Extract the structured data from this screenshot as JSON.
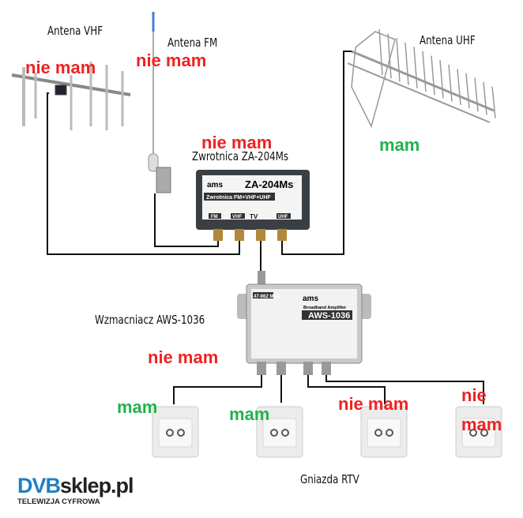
{
  "labels": {
    "antenna_vhf": "Antena VHF",
    "antenna_fm": "Antena FM",
    "antenna_uhf": "Antena UHF",
    "splitter": "Zwrotnica ZA-204Ms",
    "amplifier": "Wzmacniacz AWS-1036",
    "outlets": "Gniazda RTV"
  },
  "status": {
    "antenna_vhf": "nie mam",
    "antenna_fm": "nie mam",
    "antenna_uhf": "mam",
    "splitter": "nie mam",
    "amplifier": "nie mam",
    "outlet_1": "mam",
    "outlet_2": "mam",
    "outlet_3": "nie mam",
    "outlet_4_line1": "nie",
    "outlet_4_line2": "mam"
  },
  "devices": {
    "splitter_model": "ZA-204Ms",
    "splitter_title": "Zwrotnica FM+VHF+UHF",
    "splitter_ports": [
      "FM",
      "VHF",
      "TV",
      "UHF"
    ],
    "amplifier_model": "AWS-1036",
    "amplifier_subtitle": "Broadband Amplifier",
    "amplifier_band": "47-862 MHz",
    "brand": "ams"
  },
  "logo": {
    "part1": "DVB",
    "part2": "sklep.pl",
    "tagline": "TELEWIZJA CYFROWA"
  },
  "colors": {
    "not_have": "#ee2222",
    "have": "#22b24c",
    "logo_blue": "#1e7fc4"
  }
}
